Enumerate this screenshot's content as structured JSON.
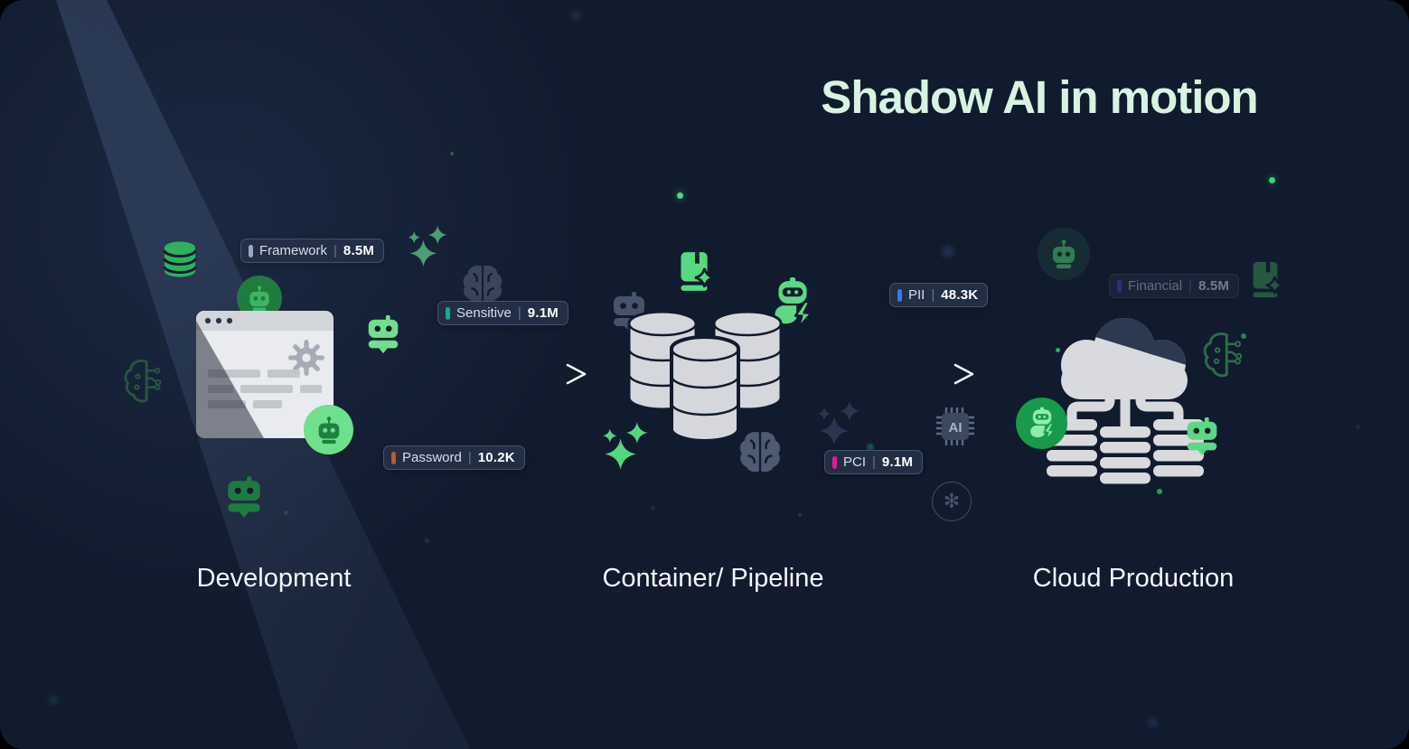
{
  "title": "Shadow AI in motion",
  "stages": [
    {
      "id": "development",
      "label": "Development"
    },
    {
      "id": "container-pipeline",
      "label": "Container/ Pipeline"
    },
    {
      "id": "cloud-production",
      "label": "Cloud Production"
    }
  ],
  "separator": "|",
  "badges": {
    "framework": {
      "label": "Framework",
      "value": "8.5M",
      "color": "#9aa8c0"
    },
    "sensitive": {
      "label": "Sensitive",
      "value": "9.1M",
      "color": "#10ae8c"
    },
    "password": {
      "label": "Password",
      "value": "10.2K",
      "color": "#c25a20"
    },
    "pii": {
      "label": "PII",
      "value": "48.3K",
      "color": "#2d7ef2"
    },
    "pci": {
      "label": "PCI",
      "value": "9.1M",
      "color": "#e01d9b"
    },
    "financial": {
      "label": "Financial",
      "value": "8.5M",
      "color": "#7b3bd9"
    }
  },
  "icons": {
    "ai_chip_text": "AI",
    "openai_logo_glyph": "✻"
  },
  "colors": {
    "background": "#111b2e",
    "title_text": "#d8f3e1",
    "stage_label_text": "#f3f5f8",
    "badge_background": "#243047",
    "accent_green_bright": "#5ed883",
    "accent_green_mid": "#2eb15d",
    "accent_green_dark": "#1f7c3e",
    "illustration_gray": "#d8dade",
    "arrow": "#eef8f0"
  }
}
